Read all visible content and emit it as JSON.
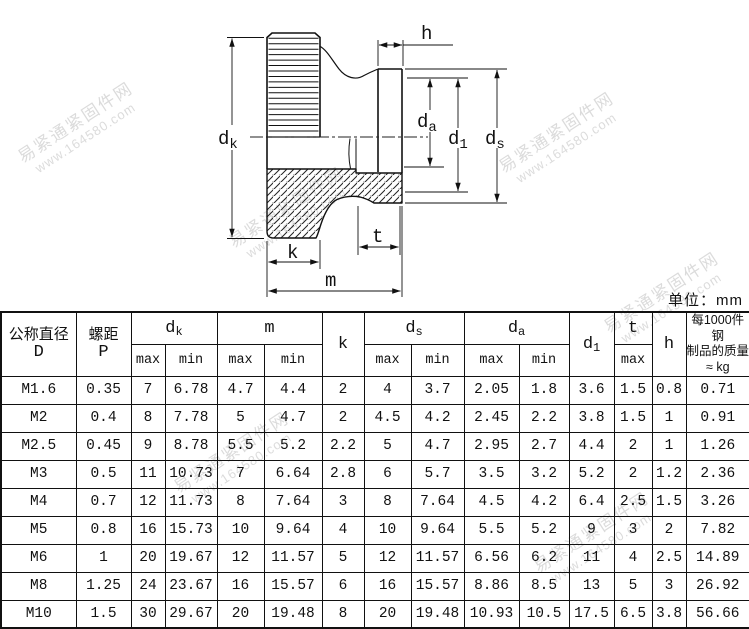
{
  "page": {
    "unit_label": "单位：mm"
  },
  "watermark": {
    "cn_text": "易紧通紧固件网",
    "site_text": "www.164580.com"
  },
  "drawing": {
    "labels": {
      "dk": {
        "main": "d",
        "sub": "k"
      },
      "h": {
        "main": "h",
        "sub": ""
      },
      "da": {
        "main": "d",
        "sub": "a"
      },
      "d1": {
        "main": "d",
        "sub": "1"
      },
      "ds": {
        "main": "d",
        "sub": "s"
      },
      "k": {
        "main": "k",
        "sub": ""
      },
      "m": {
        "main": "m",
        "sub": ""
      },
      "t": {
        "main": "t",
        "sub": ""
      }
    }
  },
  "table": {
    "headers": {
      "nominal_l1": "公称直径",
      "nominal_l2": "D",
      "pitch_l1": "螺距",
      "pitch_l2": "P",
      "dk_main": "d",
      "dk_sub": "k",
      "m": "m",
      "k": "k",
      "ds_main": "d",
      "ds_sub": "s",
      "da_main": "d",
      "da_sub": "a",
      "d1_main": "d",
      "d1_sub": "1",
      "t": "t",
      "h": "h",
      "max": "max",
      "min": "min",
      "mass_l1": "每1000件钢",
      "mass_l2": "制品的质量",
      "mass_l3": "≈ kg"
    },
    "rows": [
      [
        "M1.6",
        "0.35",
        "7",
        "6.78",
        "4.7",
        "4.4",
        "2",
        "4",
        "3.7",
        "2.05",
        "1.8",
        "3.6",
        "1.5",
        "0.8",
        "0.71"
      ],
      [
        "M2",
        "0.4",
        "8",
        "7.78",
        "5",
        "4.7",
        "2",
        "4.5",
        "4.2",
        "2.45",
        "2.2",
        "3.8",
        "1.5",
        "1",
        "0.91"
      ],
      [
        "M2.5",
        "0.45",
        "9",
        "8.78",
        "5.5",
        "5.2",
        "2.2",
        "5",
        "4.7",
        "2.95",
        "2.7",
        "4.4",
        "2",
        "1",
        "1.26"
      ],
      [
        "M3",
        "0.5",
        "11",
        "10.73",
        "7",
        "6.64",
        "2.8",
        "6",
        "5.7",
        "3.5",
        "3.2",
        "5.2",
        "2",
        "1.2",
        "2.36"
      ],
      [
        "M4",
        "0.7",
        "12",
        "11.73",
        "8",
        "7.64",
        "3",
        "8",
        "7.64",
        "4.5",
        "4.2",
        "6.4",
        "2.5",
        "1.5",
        "3.26"
      ],
      [
        "M5",
        "0.8",
        "16",
        "15.73",
        "10",
        "9.64",
        "4",
        "10",
        "9.64",
        "5.5",
        "5.2",
        "9",
        "3",
        "2",
        "7.82"
      ],
      [
        "M6",
        "1",
        "20",
        "19.67",
        "12",
        "11.57",
        "5",
        "12",
        "11.57",
        "6.56",
        "6.2",
        "11",
        "4",
        "2.5",
        "14.89"
      ],
      [
        "M8",
        "1.25",
        "24",
        "23.67",
        "16",
        "15.57",
        "6",
        "16",
        "15.57",
        "8.86",
        "8.5",
        "13",
        "5",
        "3",
        "26.92"
      ],
      [
        "M10",
        "1.5",
        "30",
        "29.67",
        "20",
        "19.48",
        "8",
        "20",
        "19.48",
        "10.93",
        "10.5",
        "17.5",
        "6.5",
        "3.8",
        "56.66"
      ]
    ]
  }
}
